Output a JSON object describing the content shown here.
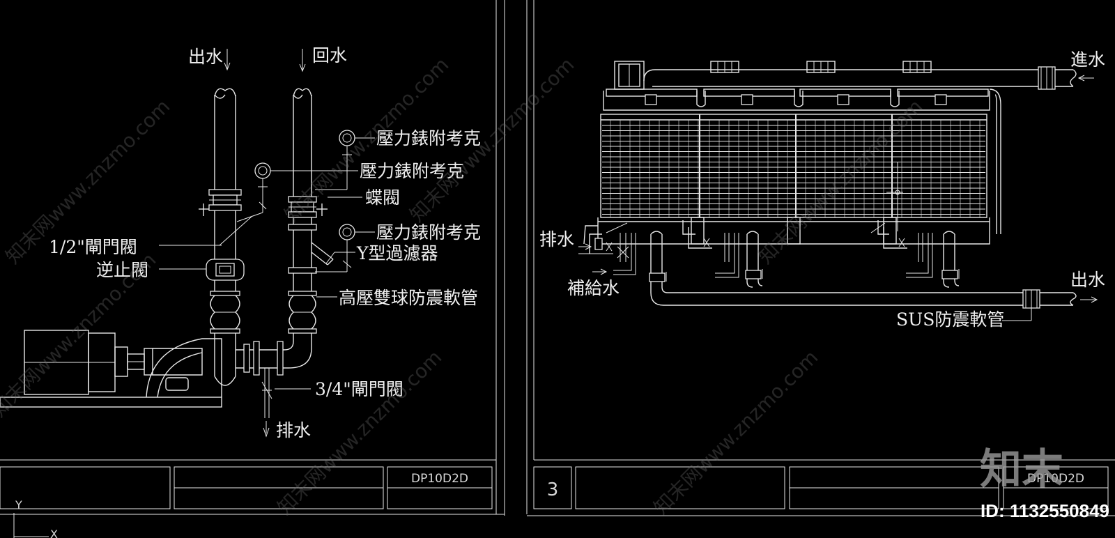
{
  "left_detail": {
    "labels": {
      "outlet": "出水",
      "return": "回水",
      "gauge_a": "壓力錶附考克",
      "gauge_b": "壓力錶附考克",
      "butterfly": "蝶閥",
      "gauge_c": "壓力錶附考克",
      "half_gate": "1/2\"閘門閥",
      "y_strainer": "Y型過濾器",
      "check_valve": "逆止閥",
      "flex_hose": "高壓雙球防震軟管",
      "qtr_gate": "3/4\"閘門閥",
      "drain": "排水"
    },
    "title_block_code": "DP10D2D"
  },
  "right_detail": {
    "labels": {
      "inlet": "進水",
      "drain": "排水",
      "makeup": "補給水",
      "outlet": "出水",
      "sus_hose": "SUS防震軟管"
    },
    "title_block_number": "3",
    "title_block_code": "DP10D2D"
  },
  "ucs": {
    "y_label": "Y",
    "x_label": "X"
  },
  "watermark": {
    "text": "知末网www.znzmo.com",
    "logo": "知末",
    "id_label": "ID: 1132550849"
  }
}
